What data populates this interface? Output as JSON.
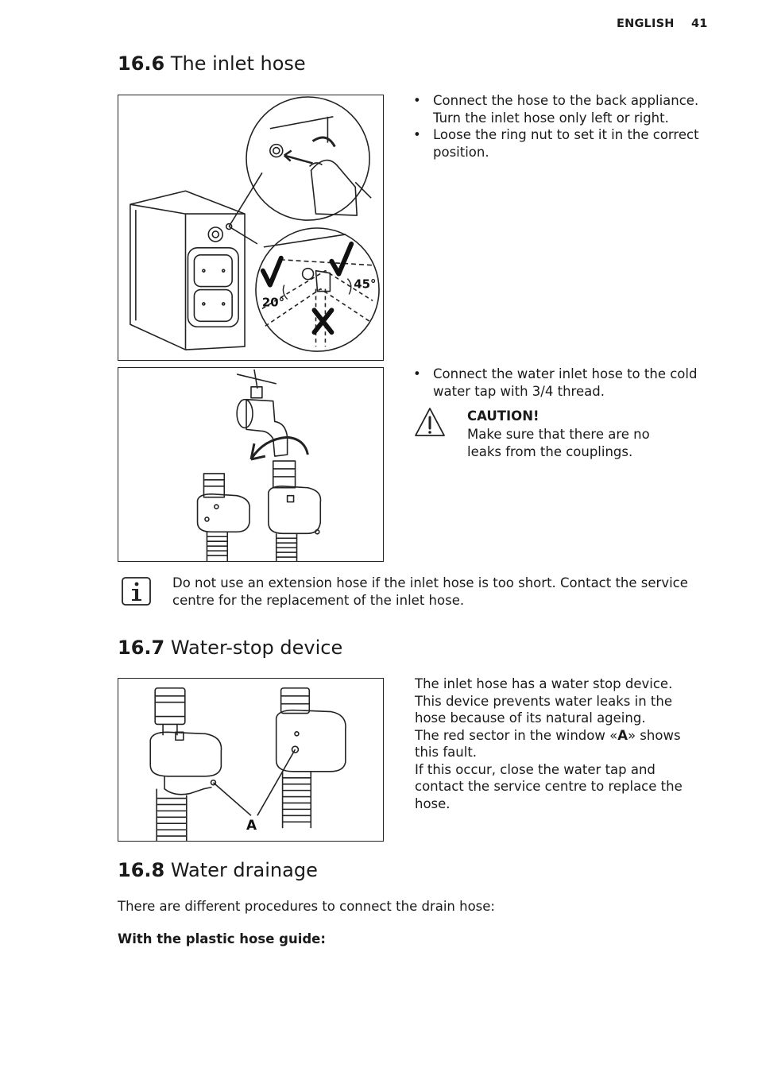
{
  "header": {
    "language": "ENGLISH",
    "page_number": "41"
  },
  "section_16_6": {
    "number": "16.6",
    "title": "The inlet hose",
    "figure1_labels": {
      "angle_left": "20°",
      "angle_right": "45°"
    },
    "bullets_a": [
      "Connect the hose to the back appliance. Turn the inlet hose only left or right.",
      "Loose the ring nut to set it in the correct position."
    ],
    "bullets_b": [
      "Connect the water inlet hose to the cold water tap with 3/4 thread."
    ],
    "caution": {
      "title": "CAUTION!",
      "text": "Make sure that there are no leaks from the couplings."
    },
    "info": "Do not use an extension hose if the inlet hose is too short. Contact the service centre for the replacement of the inlet hose."
  },
  "section_16_7": {
    "number": "16.7",
    "title": "Water-stop device",
    "figure_label": "A",
    "para1": "The inlet hose has a water stop device. This device prevents water leaks in the hose because of its natural ageing.",
    "para2_before": "The red sector in the window «",
    "para2_bold": "A",
    "para2_after": "» shows this fault.",
    "para3": "If this occur, close the water tap and contact the service centre to replace the hose."
  },
  "section_16_8": {
    "number": "16.8",
    "title": "Water drainage",
    "intro": "There are different procedures to connect the drain hose:",
    "subheading": "With the plastic hose guide:"
  }
}
